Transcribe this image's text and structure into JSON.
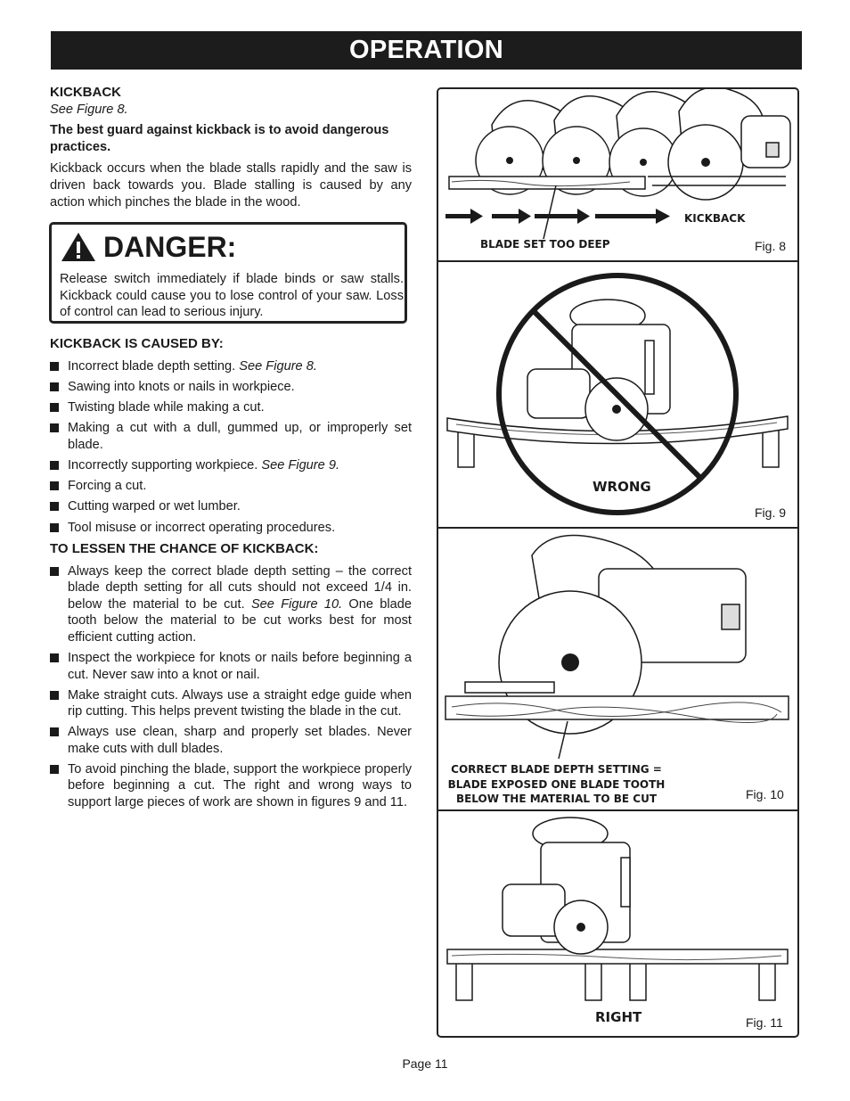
{
  "header": {
    "title": "OPERATION"
  },
  "kickback": {
    "heading": "KICKBACK",
    "see": "See Figure 8.",
    "bold_text": "The best guard against kickback is to avoid dangerous practices.",
    "body": "Kickback occurs when the blade stalls rapidly and the saw is driven back towards you. Blade stalling is caused by any action which pinches the blade in the wood."
  },
  "danger": {
    "title": "DANGER:",
    "text": "Release switch immediately if blade binds or saw stalls. Kickback could cause you to lose control of your saw. Loss of control can lead to serious injury."
  },
  "caused_by": {
    "heading": "KICKBACK IS CAUSED BY:",
    "items": [
      {
        "text": "Incorrect blade depth setting. ",
        "ref": "See Figure 8."
      },
      {
        "text": "Sawing into knots or nails in workpiece.",
        "ref": ""
      },
      {
        "text": "Twisting blade while making a cut.",
        "ref": ""
      },
      {
        "text": "Making a cut with a dull, gummed up, or improperly set blade.",
        "ref": ""
      },
      {
        "text": "Incorrectly supporting workpiece. ",
        "ref": "See Figure 9."
      },
      {
        "text": "Forcing a cut.",
        "ref": ""
      },
      {
        "text": "Cutting warped or wet lumber.",
        "ref": ""
      },
      {
        "text": "Tool misuse or incorrect operating procedures.",
        "ref": ""
      }
    ]
  },
  "lessen": {
    "heading": "TO LESSEN THE CHANCE OF KICKBACK:",
    "items": [
      {
        "pre": "Always keep the correct blade depth setting – the correct blade depth setting for all cuts should not exceed 1/4 in. below the material to be cut. ",
        "ref": "See Figure 10.",
        "post": " One blade tooth below the material to be cut works best for most efficient cutting action."
      },
      {
        "pre": "Inspect the workpiece for knots or nails before beginning a cut. Never saw into a knot or nail.",
        "ref": "",
        "post": ""
      },
      {
        "pre": "Make straight cuts. Always use a straight edge guide when rip cutting. This helps prevent twisting the blade in the cut.",
        "ref": "",
        "post": ""
      },
      {
        "pre": "Always use clean, sharp and properly set blades. Never make cuts with dull blades.",
        "ref": "",
        "post": ""
      },
      {
        "pre": "To avoid pinching the blade, support the workpiece properly before beginning a cut. The right and wrong ways to support large pieces of work are shown in figures 9 and 11.",
        "ref": "",
        "post": ""
      }
    ]
  },
  "figures": {
    "fig8": {
      "label": "Fig. 8",
      "kickback": "KICKBACK",
      "blade_set": "BLADE SET TOO DEEP"
    },
    "fig9": {
      "label": "Fig. 9",
      "caption": "WRONG"
    },
    "fig10": {
      "label": "Fig. 10",
      "caption_lines": [
        "CORRECT BLADE DEPTH SETTING =",
        "BLADE EXPOSED ONE BLADE TOOTH",
        "BELOW THE MATERIAL TO BE CUT"
      ]
    },
    "fig11": {
      "label": "Fig. 11",
      "caption": "RIGHT"
    }
  },
  "footer": {
    "page": "Page 11"
  }
}
